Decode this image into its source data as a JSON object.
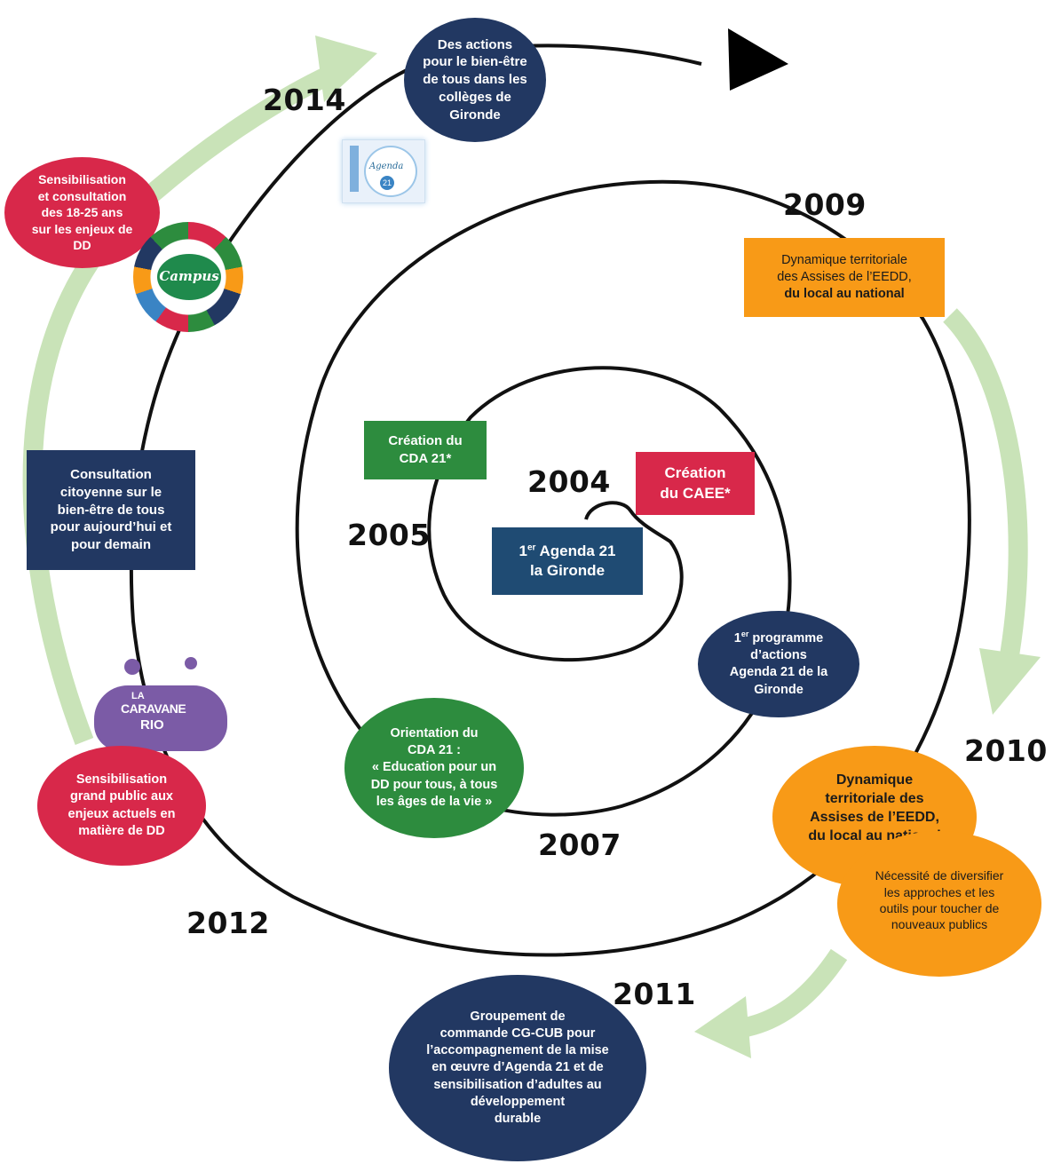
{
  "colors": {
    "navy": "#223862",
    "red": "#d8284a",
    "green": "#2d8c3e",
    "blue": "#1f4b73",
    "orange": "#f89a17",
    "light_green_arrow": "#c9e3b8",
    "spiral": "#111111",
    "campus_green": "#1f8a4c",
    "caravane_purple": "#7b5ba6"
  },
  "years": {
    "y2004": "2004",
    "y2005": "2005",
    "y2007": "2007",
    "y2009": "2009",
    "y2010": "2010",
    "y2011": "2011",
    "y2012": "2012",
    "y2014": "2014"
  },
  "nodes": {
    "actions_bien_etre": [
      "Des actions",
      "pour le bien-être",
      "de tous dans les",
      "collèges de",
      "Gironde"
    ],
    "sensibilisation_18_25": [
      "Sensibilisation",
      "et consultation",
      "des 18-25 ans",
      "sur les enjeux de",
      "DD"
    ],
    "dynamique_2009": [
      "Dynamique territoriale",
      "des Assises de l’EEDD,",
      "du local au national"
    ],
    "creation_cda": [
      "Création du",
      "CDA 21*"
    ],
    "creation_caee": [
      "Création",
      "du CAEE*"
    ],
    "agenda_21_line1": "1er Agenda 21",
    "agenda_21_line2": "la Gironde",
    "consultation_citoyenne": [
      "Consultation",
      "citoyenne sur le",
      "bien-être de tous",
      "pour aujourd’hui et",
      "pour demain"
    ],
    "premier_programme": [
      "1er programme",
      "d’actions",
      "Agenda 21 de la",
      "Gironde"
    ],
    "orientation_cda": [
      "Orientation du",
      "CDA 21 :",
      "« Education pour un",
      "DD pour tous, à tous",
      "les âges de la vie »"
    ],
    "sensibilisation_grand_public": [
      "Sensibilisation",
      "grand public aux",
      "enjeux actuels en",
      "matière de DD"
    ],
    "dynamique_2010": [
      "Dynamique",
      "territoriale des",
      "Assises de l’EEDD,",
      "du local au  national"
    ],
    "necessite": [
      "Nécessité de diversifier",
      "les approches et les",
      "outils pour toucher de",
      "nouveaux publics"
    ],
    "groupement": [
      "Groupement de",
      "commande CG-CUB pour",
      "l’accompagnement de la mise",
      "en œuvre d’Agenda 21 et de",
      "sensibilisation d’adultes au",
      "développement",
      "durable"
    ]
  },
  "logos": {
    "campus": "Campus",
    "caravane_la": "LA",
    "caravane_name": "CARAVANE",
    "caravane_rio": "RIO",
    "agenda_badge": "Agenda",
    "agenda_badge_num": "21"
  }
}
